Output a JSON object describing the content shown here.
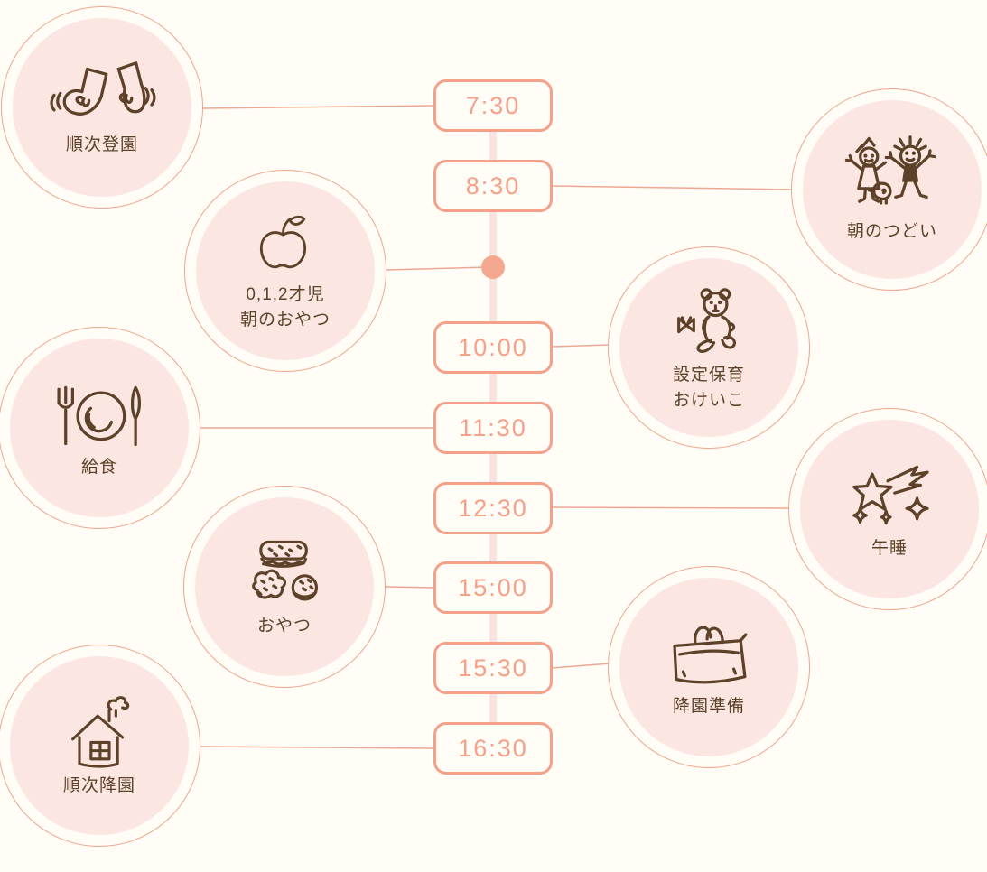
{
  "palette": {
    "background": "#fffdf6",
    "salmon": "#f5a089",
    "pink_fill": "#fce6e2",
    "ring_border": "#efa690",
    "line_pink": "#fae2df",
    "connector": "#eda794",
    "brown": "#5d4229",
    "dot": "#f6a78f"
  },
  "timeline": {
    "badges": [
      {
        "label": "7:30"
      },
      {
        "label": "8:30"
      },
      {
        "label": "10:00"
      },
      {
        "label": "11:30"
      },
      {
        "label": "12:30"
      },
      {
        "label": "15:00"
      },
      {
        "label": "15:30"
      },
      {
        "label": "16:30"
      }
    ],
    "dot": {
      "description": "unlabeled marker between 8:30 and 10:00"
    }
  },
  "activities": [
    {
      "id": "sequential-arrival",
      "icon": "shoes-icon",
      "lines": [
        "順次登園"
      ],
      "side": "left",
      "connector_target": "7:30"
    },
    {
      "id": "morning-gathering",
      "icon": "children-icon",
      "lines": [
        "朝のつどい"
      ],
      "side": "right",
      "connector_target": "8:30"
    },
    {
      "id": "infant-morning-snack",
      "icon": "apple-icon",
      "lines": [
        "0,1,2才児",
        "朝のおやつ"
      ],
      "side": "left",
      "connector_target": "timeline-dot"
    },
    {
      "id": "guided-play-lessons",
      "icon": "teddy-bear-icon",
      "lines": [
        "設定保育",
        "おけいこ"
      ],
      "side": "right",
      "connector_target": "10:00"
    },
    {
      "id": "school-lunch",
      "icon": "meal-icon",
      "lines": [
        "給食"
      ],
      "side": "left",
      "connector_target": "11:30"
    },
    {
      "id": "nap",
      "icon": "shooting-star-icon",
      "lines": [
        "午睡"
      ],
      "side": "right",
      "connector_target": "12:30"
    },
    {
      "id": "afternoon-snack",
      "icon": "cookies-icon",
      "lines": [
        "おやつ"
      ],
      "side": "left",
      "connector_target": "15:00"
    },
    {
      "id": "departure-prep",
      "icon": "bag-icon",
      "lines": [
        "降園準備"
      ],
      "side": "right",
      "connector_target": "15:30"
    },
    {
      "id": "sequential-departure",
      "icon": "house-icon",
      "lines": [
        "順次降園"
      ],
      "side": "left",
      "connector_target": "16:30"
    }
  ]
}
